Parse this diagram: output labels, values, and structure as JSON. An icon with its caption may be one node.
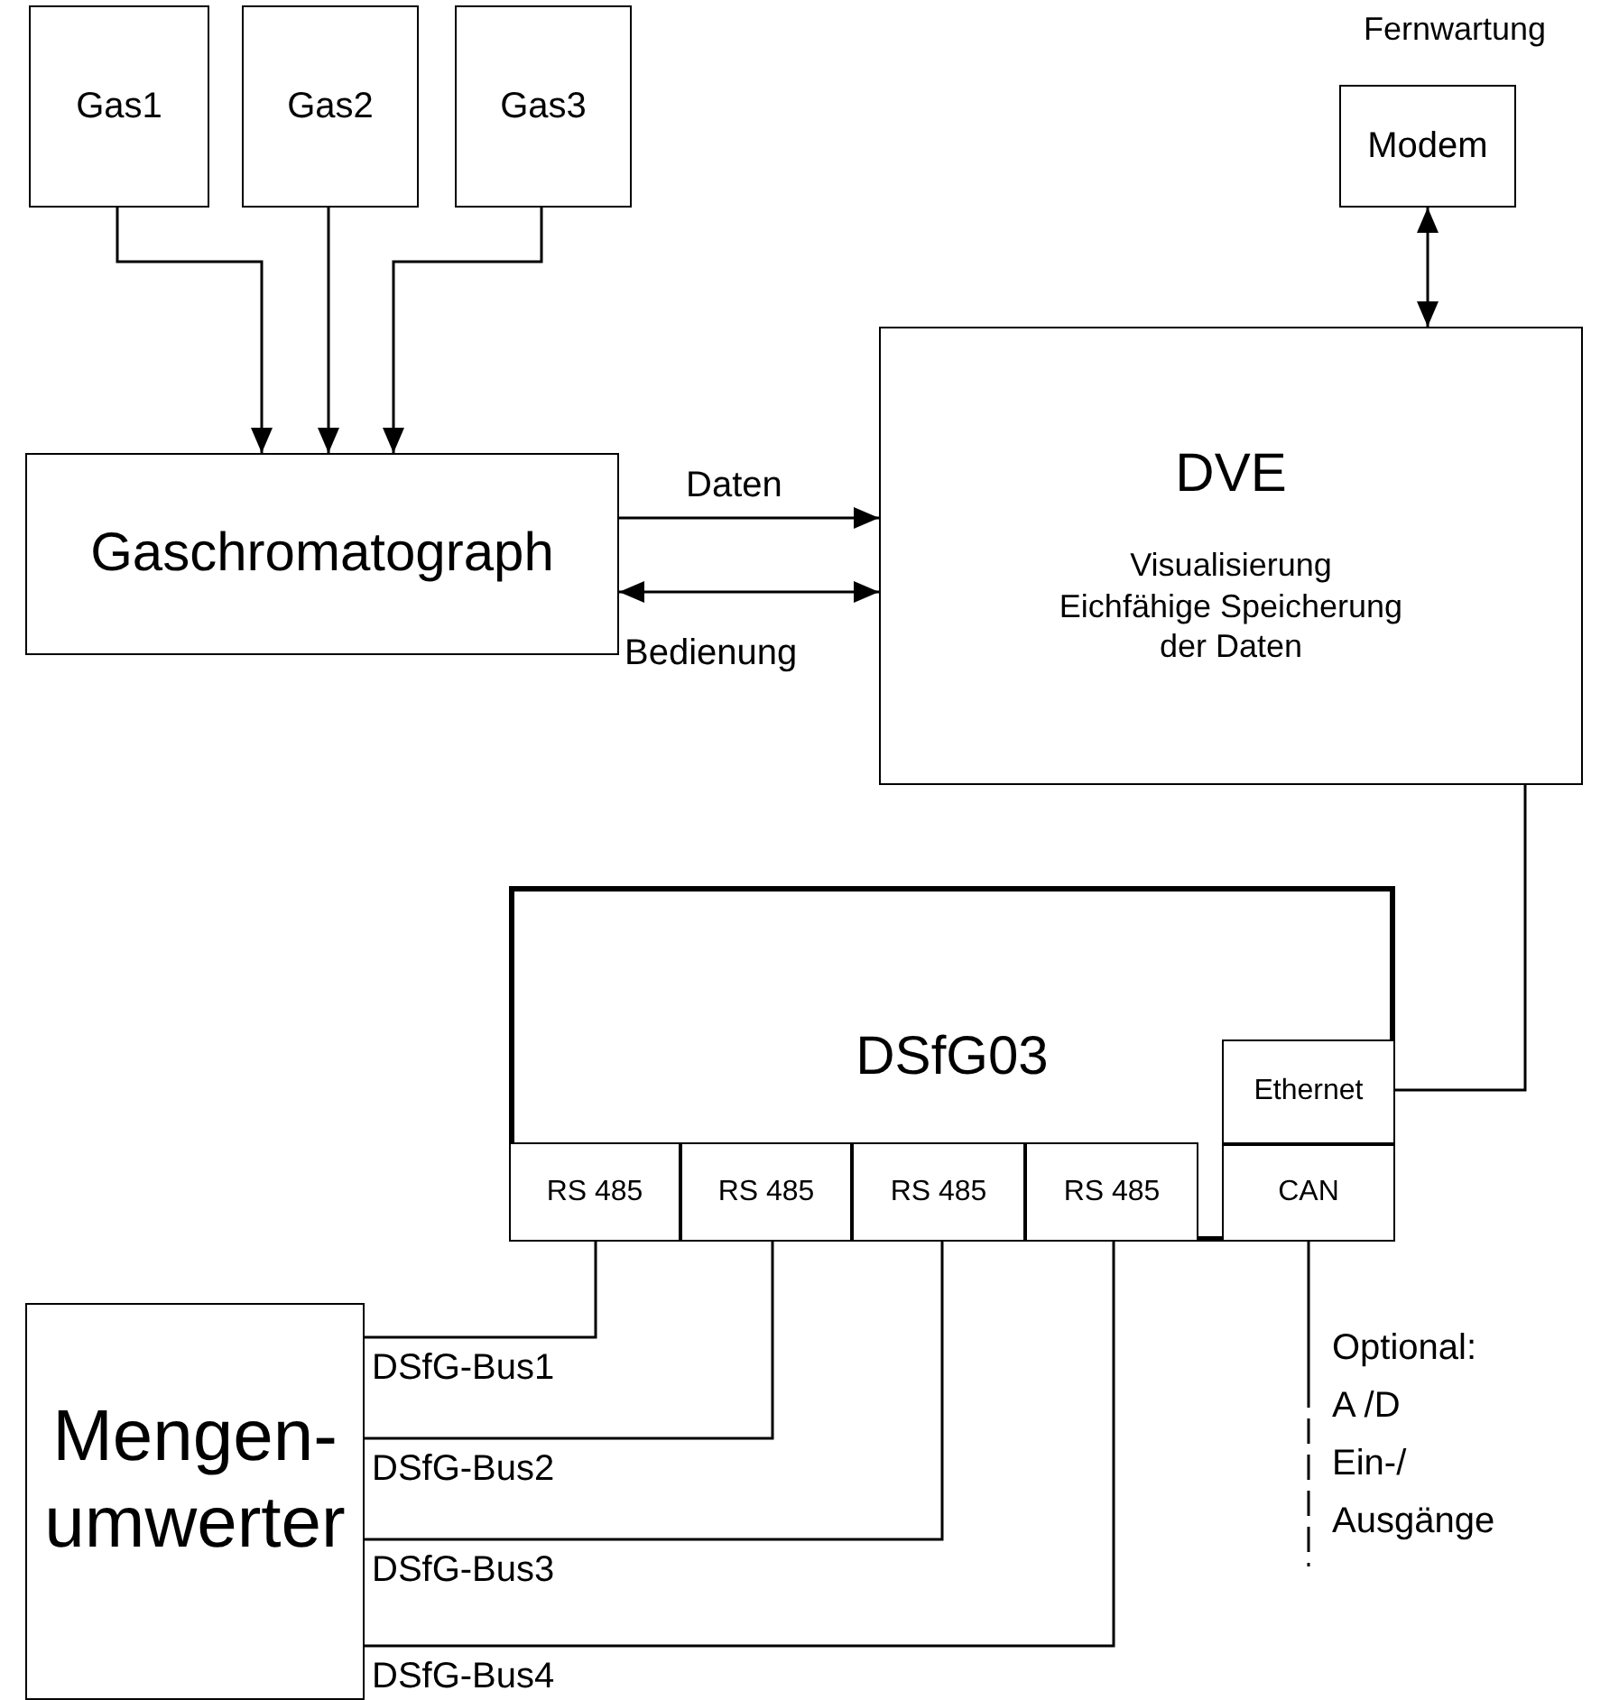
{
  "diagram": {
    "nodes": [
      {
        "text": [
          "Gas1"
        ]
      },
      {
        "text": [
          "Gas2"
        ]
      },
      {
        "text": [
          "Gas3"
        ]
      },
      {
        "text": [
          "Gaschromatograph"
        ]
      },
      {
        "text": [
          "Fernwartung",
          "Modem"
        ]
      },
      {
        "text": [
          "DVE",
          "Visualisierung Eichfähige Speicherung der Daten"
        ]
      },
      {
        "text": [
          "DSfG03"
        ]
      },
      {
        "text": [
          "Ethernet"
        ],
        "in": 6
      },
      {
        "text": [
          "CAN"
        ],
        "in": 6
      },
      {
        "text": [
          "RS 485"
        ],
        "in": 6
      },
      {
        "text": [
          "RS 485"
        ],
        "in": 6
      },
      {
        "text": [
          "RS 485"
        ],
        "in": 6
      },
      {
        "text": [
          "RS 485"
        ],
        "in": 6
      },
      {
        "text": [
          "Mengen- umwerter"
        ]
      }
    ],
    "edges": [
      {
        "from": 0,
        "to": 3,
        "arrow": "to"
      },
      {
        "from": 1,
        "to": 3,
        "arrow": "to"
      },
      {
        "from": 2,
        "to": 3,
        "arrow": "to"
      },
      {
        "from": 3,
        "to": 5,
        "arrow": "to",
        "label": "Daten"
      },
      {
        "from": 3,
        "to": 5,
        "arrow": "both",
        "label": "Bedienung"
      },
      {
        "from": 4,
        "to": 5,
        "arrow": "both"
      },
      {
        "from": 5,
        "to": 7,
        "arrow": "none"
      },
      {
        "from": 9,
        "to": 13,
        "arrow": "none",
        "label": "DSfG-Bus1"
      },
      {
        "from": 10,
        "to": 13,
        "arrow": "none",
        "label": "DSfG-Bus2"
      },
      {
        "from": 11,
        "to": 13,
        "arrow": "none",
        "label": "DSfG-Bus3"
      },
      {
        "from": 12,
        "to": 13,
        "arrow": "none",
        "label": "DSfG-Bus4"
      },
      {
        "from": 8,
        "to": null,
        "arrow": "none",
        "style": "dashed"
      }
    ],
    "labels": [
      "Optional:",
      "A /D",
      "Ein-/",
      "Ausgänge"
    ]
  }
}
